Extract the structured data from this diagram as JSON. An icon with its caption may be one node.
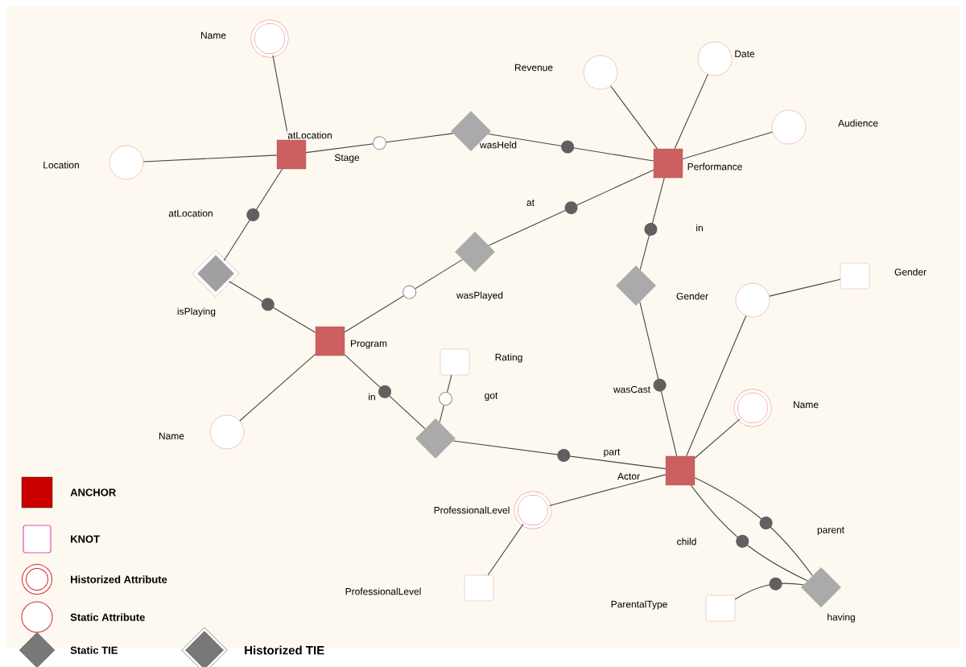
{
  "diagram": {
    "nodes": [
      {
        "text": [
          "Name"
        ]
      },
      {
        "text": [
          "Location"
        ]
      },
      {
        "text": [
          "Stage"
        ]
      },
      {
        "text": [
          "wasHeld"
        ]
      },
      {
        "text": [
          "Revenue"
        ]
      },
      {
        "text": [
          "Date"
        ]
      },
      {
        "text": [
          "Audience"
        ]
      },
      {
        "text": [
          "Performance"
        ]
      },
      {
        "text": [
          "isPlaying"
        ]
      },
      {
        "text": [
          "wasPlayed"
        ]
      },
      {
        "text": [],
        "shape": "diamond"
      },
      {
        "text": [
          "Gender"
        ]
      },
      {
        "text": [
          "Gender"
        ]
      },
      {
        "text": [
          "Program"
        ]
      },
      {
        "text": [
          "Name"
        ]
      },
      {
        "text": [
          "Rating"
        ]
      },
      {
        "text": [],
        "shape": "diamond"
      },
      {
        "text": [
          "Name"
        ]
      },
      {
        "text": [
          "Actor"
        ]
      },
      {
        "text": [
          "ProfessionalLevel"
        ]
      },
      {
        "text": [
          "ProfessionalLevel"
        ]
      },
      {
        "text": [
          "having"
        ]
      },
      {
        "text": [
          "ParentalType"
        ]
      }
    ],
    "edges": [
      {
        "from": 0,
        "to": 2,
        "arrow": "none"
      },
      {
        "from": 1,
        "to": 2,
        "arrow": "none"
      },
      {
        "from": 2,
        "to": 3,
        "arrow": "none",
        "label": "atLocation"
      },
      {
        "from": 3,
        "to": 7,
        "arrow": "none"
      },
      {
        "from": 4,
        "to": 7,
        "arrow": "none"
      },
      {
        "from": 5,
        "to": 7,
        "arrow": "none"
      },
      {
        "from": 6,
        "to": 7,
        "arrow": "none"
      },
      {
        "from": 2,
        "to": 8,
        "arrow": "none",
        "label": "atLocation"
      },
      {
        "from": 8,
        "to": 13,
        "arrow": "none"
      },
      {
        "from": 13,
        "to": 9,
        "arrow": "none"
      },
      {
        "from": 9,
        "to": 7,
        "arrow": "none",
        "label": "at"
      },
      {
        "from": 7,
        "to": 10,
        "arrow": "none",
        "label": "in"
      },
      {
        "from": 10,
        "to": 18,
        "arrow": "none",
        "label": "wasCast"
      },
      {
        "from": 11,
        "to": 12,
        "arrow": "none"
      },
      {
        "from": 11,
        "to": 18,
        "arrow": "none"
      },
      {
        "from": 14,
        "to": 13,
        "arrow": "none"
      },
      {
        "from": 13,
        "to": 16,
        "arrow": "none",
        "label": "in"
      },
      {
        "from": 15,
        "to": 16,
        "arrow": "none",
        "label": "got"
      },
      {
        "from": 16,
        "to": 18,
        "arrow": "none",
        "label": "part"
      },
      {
        "from": 17,
        "to": 18,
        "arrow": "none"
      },
      {
        "from": 19,
        "to": 18,
        "arrow": "none"
      },
      {
        "from": 19,
        "to": 20,
        "arrow": "none"
      },
      {
        "from": 18,
        "to": 21,
        "arrow": "none",
        "label": "child"
      },
      {
        "from": 18,
        "to": 21,
        "arrow": "none",
        "label": "parent"
      },
      {
        "from": 22,
        "to": 21,
        "arrow": "none"
      }
    ],
    "legend": [
      {
        "text": "ANCHOR",
        "color": "#cc0000"
      },
      {
        "text": "KNOT"
      },
      {
        "text": "Historized Attribute"
      },
      {
        "text": "Static Attribute"
      },
      {
        "text": "Static TIE"
      },
      {
        "text": "Historized TIE"
      }
    ]
  }
}
